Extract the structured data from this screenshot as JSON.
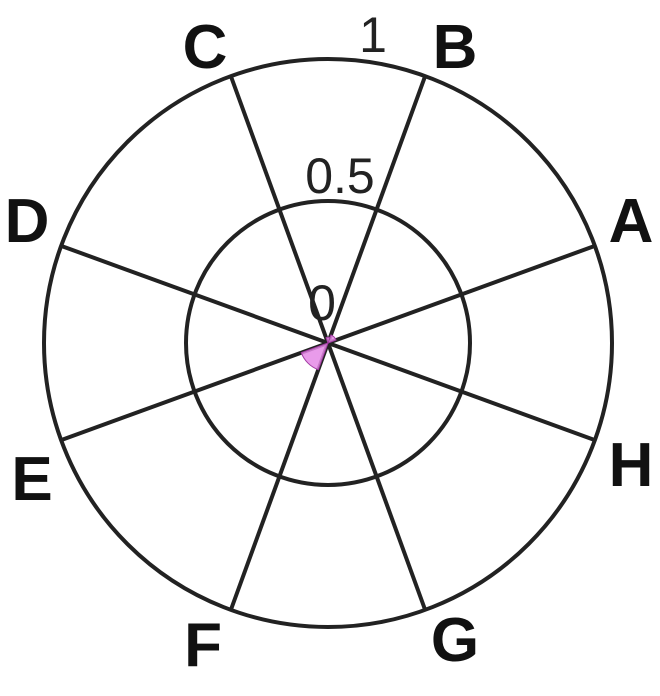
{
  "chart_data": {
    "type": "polar-bar",
    "title": "",
    "categories": [
      "A",
      "B",
      "C",
      "D",
      "E",
      "F",
      "G",
      "H"
    ],
    "series": [
      {
        "values": [
          0,
          0.03,
          0.02,
          0,
          0,
          0.1,
          0,
          0
        ]
      }
    ],
    "radial_range": [
      0,
      1
    ],
    "radial_ticks": [
      {
        "value": 1,
        "label": "1"
      },
      {
        "value": 0.5,
        "label": "0.5"
      },
      {
        "value": 0,
        "label": "0"
      }
    ],
    "grid": true,
    "legend": "none",
    "colors": {
      "fill": "#e58ae6",
      "stroke": "#a23ca3",
      "grid": "#222222",
      "text": "#111111"
    }
  }
}
